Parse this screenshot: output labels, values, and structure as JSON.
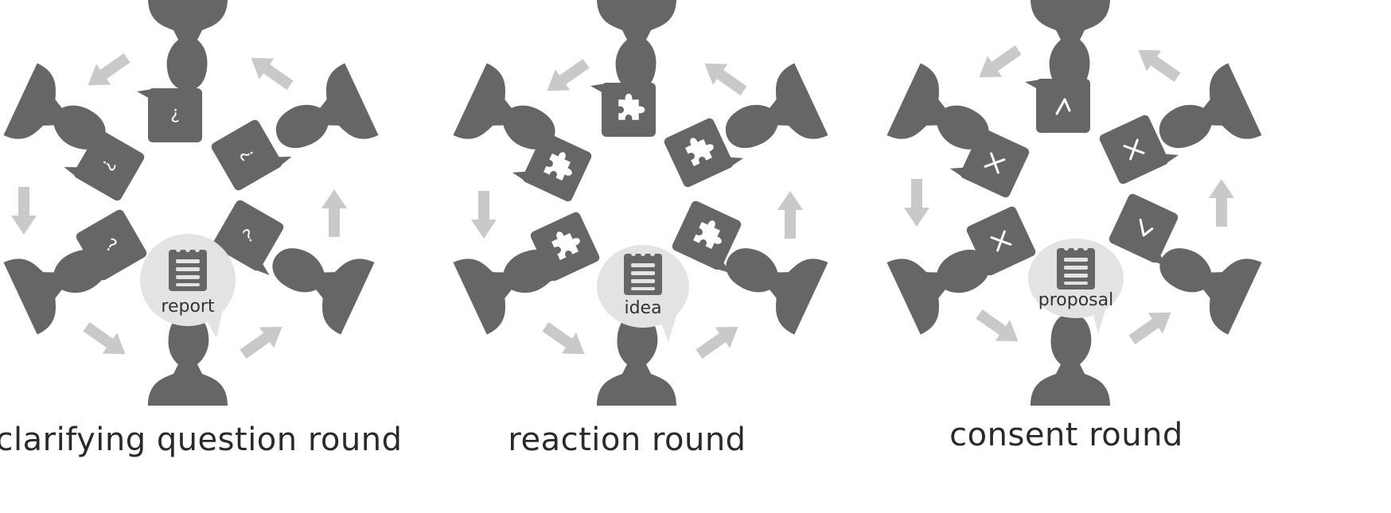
{
  "diagrams": [
    {
      "id": "clarifying",
      "title": "clarifying question round",
      "center_label": "report",
      "bubble_content": "question"
    },
    {
      "id": "reaction",
      "title": "reaction round",
      "center_label": "idea",
      "bubble_content": "puzzle"
    },
    {
      "id": "consent",
      "title": "consent round",
      "center_label": "proposal",
      "bubble_content": "check-cross"
    }
  ],
  "bubble_glyphs": {
    "question": "?"
  },
  "colors": {
    "person": "#666666",
    "bubble": "#666666",
    "arrow": "#c9c9c9",
    "center_bubble": "#e3e3e3"
  }
}
